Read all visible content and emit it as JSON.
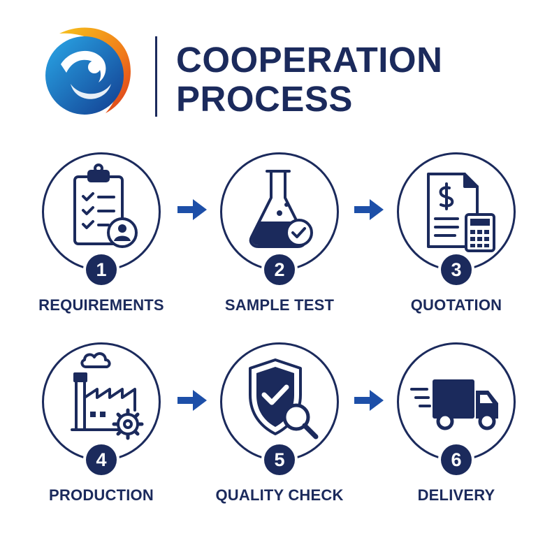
{
  "header": {
    "title_line1": "COOPERATION",
    "title_line2": "PROCESS"
  },
  "steps": [
    {
      "number": "1",
      "label": "REQUIREMENTS",
      "icon": "clipboard-checklist-user-icon"
    },
    {
      "number": "2",
      "label": "SAMPLE TEST",
      "icon": "flask-check-icon"
    },
    {
      "number": "3",
      "label": "QUOTATION",
      "icon": "invoice-calculator-icon"
    },
    {
      "number": "4",
      "label": "PRODUCTION",
      "icon": "factory-gear-icon"
    },
    {
      "number": "5",
      "label": "QUALITY CHECK",
      "icon": "shield-magnifier-icon"
    },
    {
      "number": "6",
      "label": "DELIVERY",
      "icon": "delivery-truck-icon"
    }
  ],
  "colors": {
    "primary": "#1b2a5c",
    "arrow": "#1d4fa8",
    "logo_blue": "#1a6fd1",
    "logo_orange": "#f07a1a",
    "logo_yellow": "#f6c21c"
  }
}
